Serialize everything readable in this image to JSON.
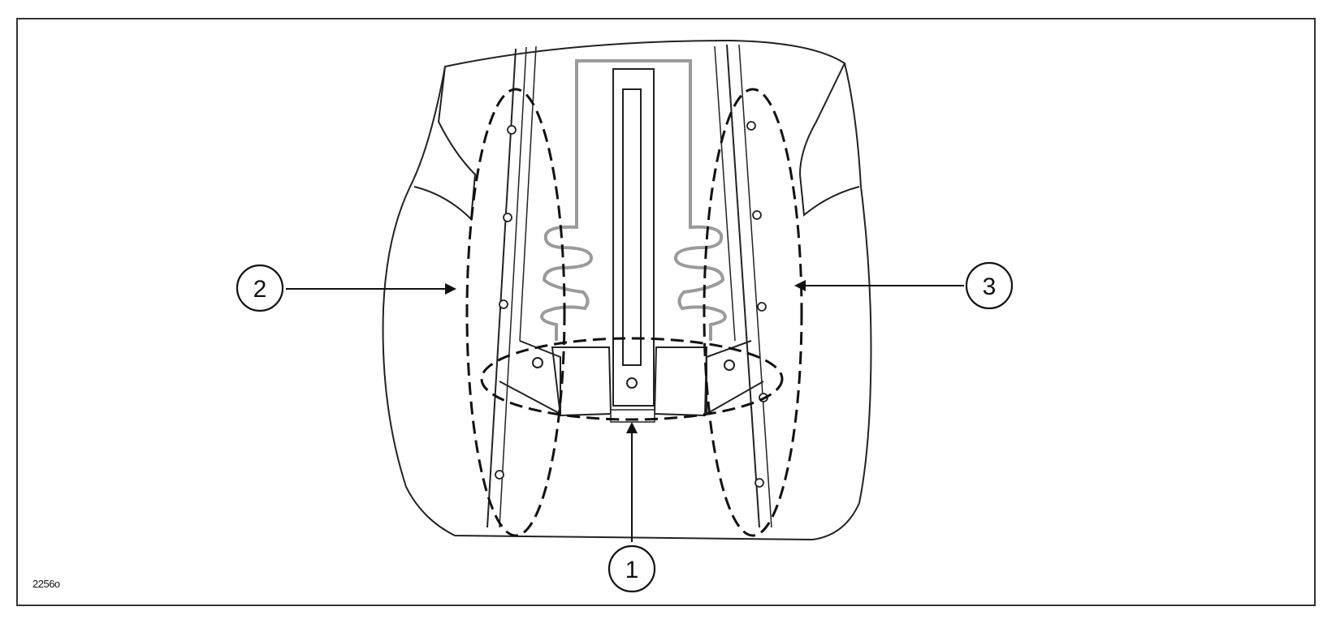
{
  "callouts": {
    "one": "1",
    "two": "2",
    "three": "3"
  },
  "figure_id": "2256o"
}
